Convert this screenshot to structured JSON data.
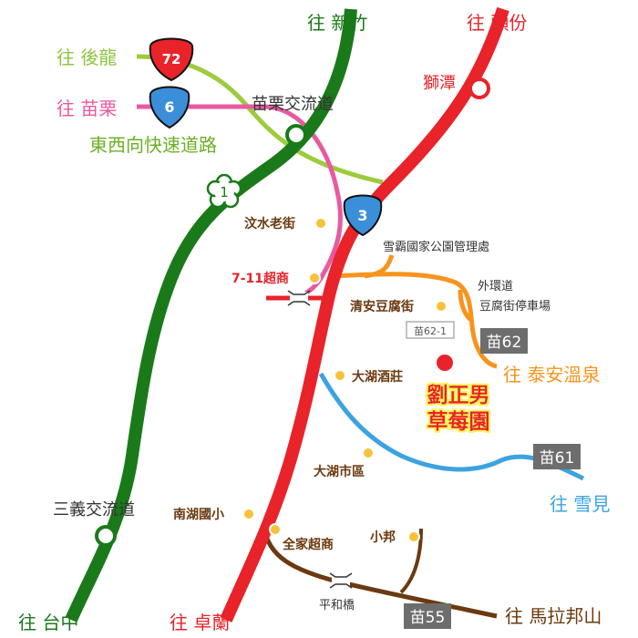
{
  "directions": {
    "hsinchu": "往 新竹",
    "toufen": "往 頭份",
    "houlong": "往 後龍",
    "miaoli": "往 苗栗",
    "taian": "往 泰安溫泉",
    "xuejian": "往 雪見",
    "taichung": "往 台中",
    "zhuolan": "往 卓蘭",
    "malabang": "往 馬拉邦山"
  },
  "routes": {
    "r72": "72",
    "r6": "6",
    "r1": "1",
    "r3": "3",
    "expressway": "東西向快速道路",
    "miao62": "苗62",
    "miao62_1": "苗62-1",
    "miao61": "苗61",
    "miao55": "苗55"
  },
  "interchanges": {
    "miaoli": "苗栗交流道",
    "sanyi": "三義交流道",
    "shitan": "獅潭"
  },
  "places": {
    "wenshui": "汶水老街",
    "seven_eleven": "7-11超商",
    "xueba": "雪霸國家公園管理處",
    "waihuan": "外環道",
    "tofu_parking": "豆腐街停車場",
    "qingan": "清安豆腐街",
    "dahu_winery": "大湖酒莊",
    "dahu_market": "大湖市區",
    "nanhu_school": "南湖國小",
    "family_mart": "全家超商",
    "xiaobang": "小邦",
    "pinghe": "平和橋"
  },
  "destination": {
    "line1": "劉正男",
    "line2": "草莓園"
  },
  "colors": {
    "green_road": "#1a7a1a",
    "red_road": "#e8232a",
    "pink_road": "#e85aa0",
    "lime_road": "#9ccc3c",
    "orange_road": "#f7941d",
    "blue_road": "#3ba3e0",
    "brown_road": "#6b3a10",
    "shield_blue": "#3b8fd9",
    "gray_badge": "#6d6d6d"
  }
}
